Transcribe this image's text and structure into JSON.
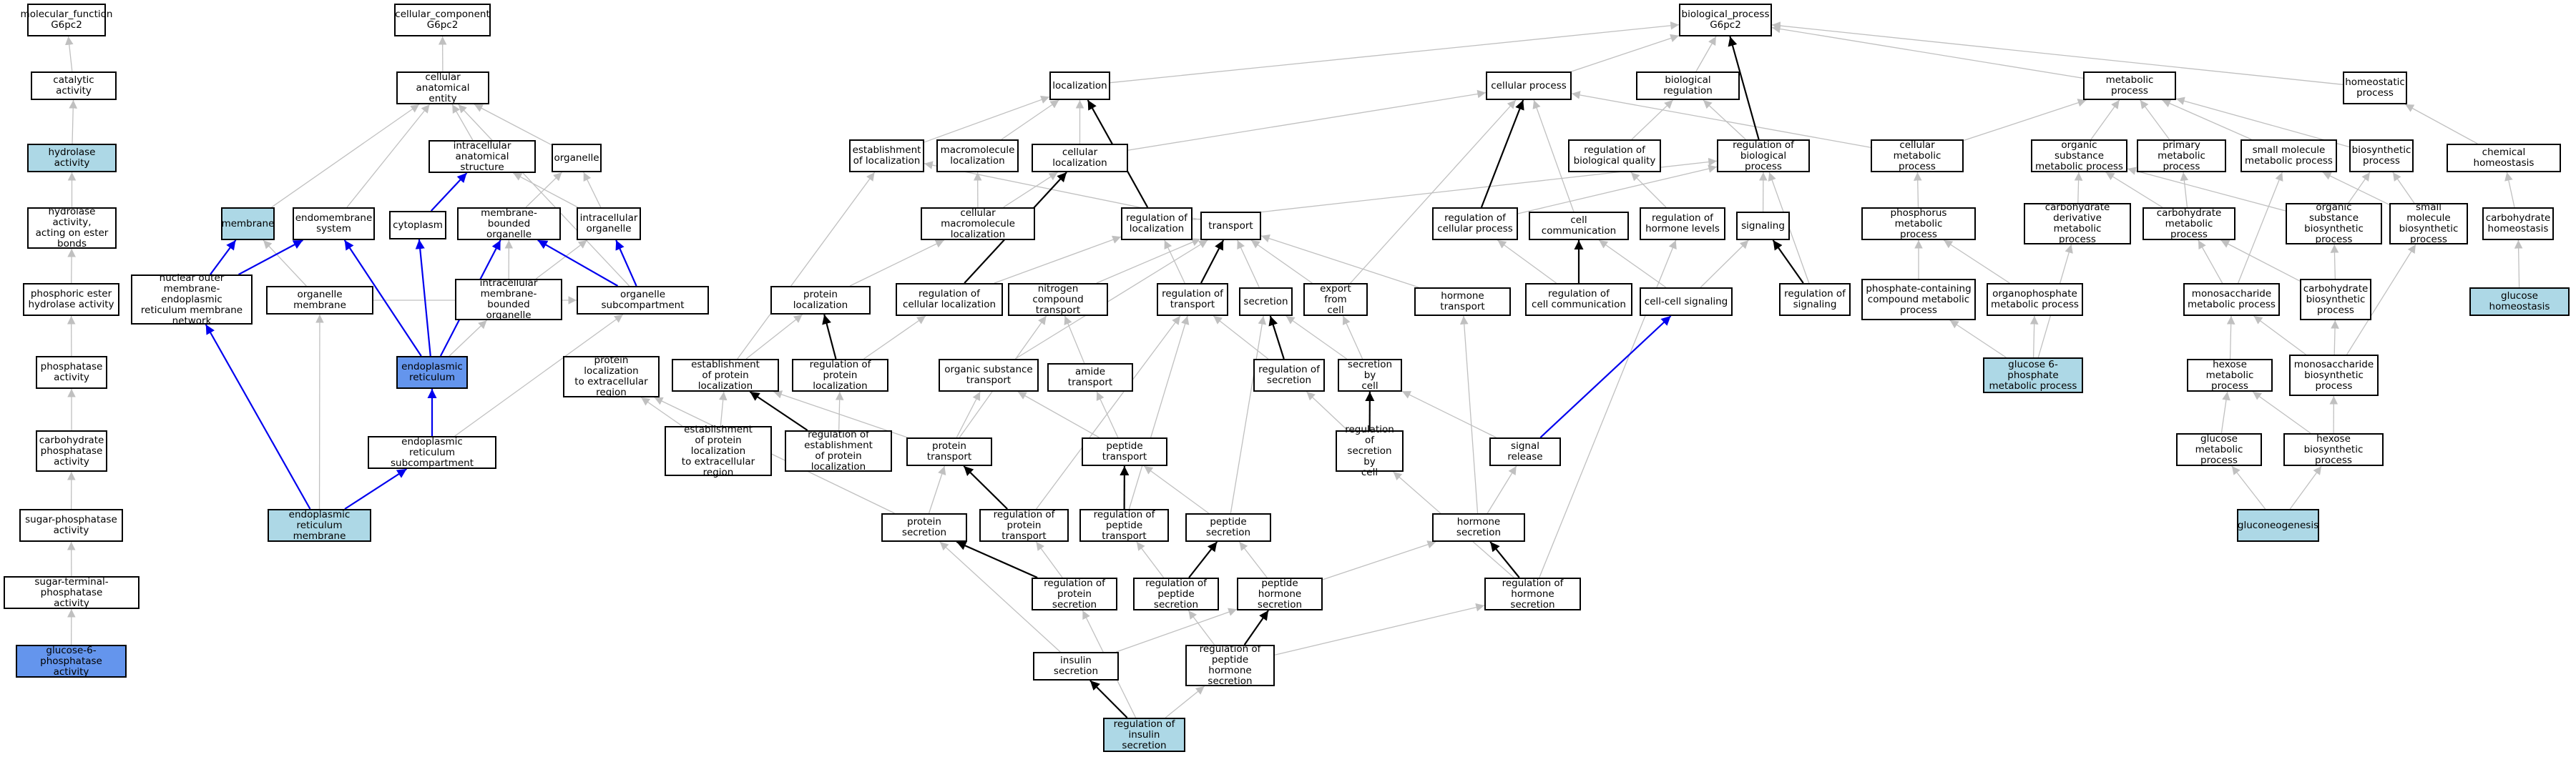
{
  "colors": {
    "light": "#add8e6",
    "blue": "#6495ed",
    "edge_gray": "#c0c0c0",
    "edge_black": "#000000",
    "edge_blue": "#0000ee"
  },
  "nodes": {
    "mf_root": {
      "label": "molecular_function\nG6pc2"
    },
    "catalytic": {
      "label": "catalytic activity"
    },
    "hydrolase": {
      "label": "hydrolase activity"
    },
    "hyd_ester": {
      "label": "hydrolase activity,\nacting on ester\nbonds"
    },
    "phos_ester": {
      "label": "phosphoric ester\nhydrolase activity"
    },
    "phosphatase": {
      "label": "phosphatase\nactivity"
    },
    "carb_phos": {
      "label": "carbohydrate\nphosphatase\nactivity"
    },
    "sugar_phos": {
      "label": "sugar-phosphatase\nactivity"
    },
    "sugar_term": {
      "label": "sugar-terminal-phosphatase\nactivity"
    },
    "g6p_act": {
      "label": "glucose-6-phosphatase\nactivity"
    },
    "cc_root": {
      "label": "cellular_component\nG6pc2"
    },
    "cae": {
      "label": "cellular anatomical\nentity"
    },
    "ias": {
      "label": "intracellular\nanatomical structure"
    },
    "organelle": {
      "label": "organelle"
    },
    "membrane": {
      "label": "membrane"
    },
    "endomem": {
      "label": "endomembrane\nsystem"
    },
    "cytoplasm": {
      "label": "cytoplasm"
    },
    "mbo": {
      "label": "membrane-bounded\norganelle"
    },
    "io": {
      "label": "intracellular\norganelle"
    },
    "nuclear": {
      "label": "nuclear outer\nmembrane-endoplasmic\nreticulum membrane\nnetwork"
    },
    "orgmem": {
      "label": "organelle membrane"
    },
    "imbo": {
      "label": "intracellular\nmembrane-bounded\norganelle"
    },
    "orgsub": {
      "label": "organelle subcompartment"
    },
    "er": {
      "label": "endoplasmic\nreticulum"
    },
    "ersub": {
      "label": "endoplasmic\nreticulum subcompartment"
    },
    "ermem": {
      "label": "endoplasmic\nreticulum membrane"
    },
    "bp_root": {
      "label": "biological_process\nG6pc2"
    },
    "localization": {
      "label": "localization"
    },
    "cellproc": {
      "label": "cellular process"
    },
    "bioreg": {
      "label": "biological regulation"
    },
    "metproc": {
      "label": "metabolic process"
    },
    "homeoproc": {
      "label": "homeostatic\nprocess"
    },
    "estloc": {
      "label": "establishment\nof localization"
    },
    "macroloc": {
      "label": "macromolecule\nlocalization"
    },
    "cellloc": {
      "label": "cellular localization"
    },
    "regbq": {
      "label": "regulation of\nbiological quality"
    },
    "regbp": {
      "label": "regulation of\nbiological process"
    },
    "cellmet": {
      "label": "cellular metabolic\nprocess"
    },
    "orgsubmet": {
      "label": "organic substance\nmetabolic process"
    },
    "primet": {
      "label": "primary metabolic\nprocess"
    },
    "smallmol": {
      "label": "small molecule\nmetabolic process"
    },
    "biosyn": {
      "label": "biosynthetic\nprocess"
    },
    "chemhomeo": {
      "label": "chemical homeostasis"
    },
    "cellmacroloc": {
      "label": "cellular macromolecule\nlocalization"
    },
    "regloc": {
      "label": "regulation of\nlocalization"
    },
    "transport": {
      "label": "transport"
    },
    "regcp": {
      "label": "regulation of\ncellular process"
    },
    "cellcomm": {
      "label": "cell communication"
    },
    "reghl": {
      "label": "regulation of\nhormone levels"
    },
    "signaling": {
      "label": "signaling"
    },
    "phosmet": {
      "label": "phosphorus metabolic\nprocess"
    },
    "carbderiv": {
      "label": "carbohydrate\nderivative metabolic\nprocess"
    },
    "carbmet": {
      "label": "carbohydrate\nmetabolic process"
    },
    "orgsubbio": {
      "label": "organic substance\nbiosynthetic\nprocess"
    },
    "smallbio": {
      "label": "small molecule\nbiosynthetic\nprocess"
    },
    "carbhomeo": {
      "label": "carbohydrate\nhomeostasis"
    },
    "protloc": {
      "label": "protein localization"
    },
    "regcellloc": {
      "label": "regulation of\ncellular localization"
    },
    "nitro": {
      "label": "nitrogen compound\ntransport"
    },
    "regtrans": {
      "label": "regulation of\ntransport"
    },
    "secretion": {
      "label": "secretion"
    },
    "export": {
      "label": "export from\ncell"
    },
    "hormtrans": {
      "label": "hormone transport"
    },
    "regcellcomm": {
      "label": "regulation of\ncell communication"
    },
    "cellcellsig": {
      "label": "cell-cell signaling"
    },
    "regsig": {
      "label": "regulation of\nsignaling"
    },
    "phoscomp": {
      "label": "phosphate-containing\ncompound metabolic\nprocess"
    },
    "organophos": {
      "label": "organophosphate\nmetabolic process"
    },
    "monomet": {
      "label": "monosaccharide\nmetabolic process"
    },
    "carbbio": {
      "label": "carbohydrate\nbiosynthetic\nprocess"
    },
    "glchomeo": {
      "label": "glucose homeostasis"
    },
    "protloc_ext": {
      "label": "protein localization\nto extracellular\nregion"
    },
    "estprotloc": {
      "label": "establishment\nof protein localization"
    },
    "regprotloc": {
      "label": "regulation of\nprotein localization"
    },
    "orgsubtrans": {
      "label": "organic substance\ntransport"
    },
    "amide": {
      "label": "amide transport"
    },
    "regsec": {
      "label": "regulation of\nsecretion"
    },
    "secbycell": {
      "label": "secretion by\ncell"
    },
    "g6pmet": {
      "label": "glucose 6-phosphate\nmetabolic process"
    },
    "hexmet": {
      "label": "hexose metabolic\nprocess"
    },
    "monobio": {
      "label": "monosaccharide\nbiosynthetic\nprocess"
    },
    "estprotloc_ext": {
      "label": "establishment\nof protein localization\nto extracellular\nregion"
    },
    "regestprotloc": {
      "label": "regulation of\nestablishment\nof protein localization"
    },
    "prottrans": {
      "label": "protein transport"
    },
    "peptrans": {
      "label": "peptide transport"
    },
    "regsecbycell": {
      "label": "regulation of\nsecretion by\ncell"
    },
    "sigrel": {
      "label": "signal release"
    },
    "glcmet": {
      "label": "glucose metabolic\nprocess"
    },
    "hexbio": {
      "label": "hexose biosynthetic\nprocess"
    },
    "protsec": {
      "label": "protein secretion"
    },
    "regprottrans": {
      "label": "regulation of\nprotein transport"
    },
    "regpeptrans": {
      "label": "regulation of\npeptide transport"
    },
    "pepsec": {
      "label": "peptide secretion"
    },
    "hormsec": {
      "label": "hormone secretion"
    },
    "gluconeo": {
      "label": "gluconeogenesis"
    },
    "regprotsec": {
      "label": "regulation of\nprotein secretion"
    },
    "regpepsec": {
      "label": "regulation of\npeptide secretion"
    },
    "pephormsec": {
      "label": "peptide hormone\nsecretion"
    },
    "reghormsec": {
      "label": "regulation of\nhormone secretion"
    },
    "inssec": {
      "label": "insulin secretion"
    },
    "regpephormsec": {
      "label": "regulation of\npeptide hormone\nsecretion"
    },
    "regins": {
      "label": "regulation of\ninsulin secretion"
    }
  },
  "edges": [
    [
      "catalytic",
      "mf_root",
      "g"
    ],
    [
      "hydrolase",
      "catalytic",
      "g"
    ],
    [
      "hyd_ester",
      "hydrolase",
      "g"
    ],
    [
      "phos_ester",
      "hyd_ester",
      "g"
    ],
    [
      "phosphatase",
      "phos_ester",
      "g"
    ],
    [
      "carb_phos",
      "phosphatase",
      "g"
    ],
    [
      "sugar_phos",
      "carb_phos",
      "g"
    ],
    [
      "sugar_term",
      "sugar_phos",
      "g"
    ],
    [
      "g6p_act",
      "sugar_term",
      "g"
    ],
    [
      "cae",
      "cc_root",
      "g"
    ],
    [
      "ias",
      "cae",
      "g"
    ],
    [
      "organelle",
      "cae",
      "g"
    ],
    [
      "membrane",
      "cae",
      "g"
    ],
    [
      "endomem",
      "cae",
      "g"
    ],
    [
      "cytoplasm",
      "ias",
      "g"
    ],
    [
      "mbo",
      "organelle",
      "g"
    ],
    [
      "io",
      "organelle",
      "g"
    ],
    [
      "io",
      "ias",
      "g"
    ],
    [
      "orgsub",
      "cae",
      "g"
    ],
    [
      "orgmem",
      "membrane",
      "g"
    ],
    [
      "orgmem",
      "orgsub",
      "g"
    ],
    [
      "imbo",
      "mbo",
      "g"
    ],
    [
      "imbo",
      "io",
      "g"
    ],
    [
      "ersub",
      "orgsub",
      "g"
    ],
    [
      "ermem",
      "orgmem",
      "g"
    ],
    [
      "cytoplasm",
      "ias",
      "u"
    ],
    [
      "nuclear",
      "endomem",
      "u"
    ],
    [
      "nuclear",
      "membrane",
      "u"
    ],
    [
      "er",
      "endomem",
      "u"
    ],
    [
      "er",
      "cytoplasm",
      "u"
    ],
    [
      "er",
      "mbo",
      "u"
    ],
    [
      "orgsub",
      "io",
      "u"
    ],
    [
      "orgsub",
      "mbo",
      "u"
    ],
    [
      "er",
      "imbo",
      "g"
    ],
    [
      "ersub",
      "er",
      "u"
    ],
    [
      "ermem",
      "nuclear",
      "u"
    ],
    [
      "ermem",
      "ersub",
      "u"
    ],
    [
      "localization",
      "bp_root",
      "g"
    ],
    [
      "cellproc",
      "bp_root",
      "g"
    ],
    [
      "bioreg",
      "bp_root",
      "g"
    ],
    [
      "metproc",
      "bp_root",
      "g"
    ],
    [
      "homeoproc",
      "bp_root",
      "g"
    ],
    [
      "estloc",
      "localization",
      "g"
    ],
    [
      "macroloc",
      "localization",
      "g"
    ],
    [
      "cellloc",
      "localization",
      "g"
    ],
    [
      "cellloc",
      "cellproc",
      "g"
    ],
    [
      "regbq",
      "bioreg",
      "g"
    ],
    [
      "regbp",
      "bioreg",
      "g"
    ],
    [
      "regbp",
      "bp_root",
      "k"
    ],
    [
      "cellmet",
      "metproc",
      "g"
    ],
    [
      "cellmet",
      "cellproc",
      "g"
    ],
    [
      "orgsubmet",
      "metproc",
      "g"
    ],
    [
      "primet",
      "metproc",
      "g"
    ],
    [
      "smallmol",
      "metproc",
      "g"
    ],
    [
      "biosyn",
      "metproc",
      "g"
    ],
    [
      "chemhomeo",
      "homeoproc",
      "g"
    ],
    [
      "cellmacroloc",
      "macroloc",
      "g"
    ],
    [
      "cellmacroloc",
      "cellloc",
      "g"
    ],
    [
      "regloc",
      "regbp",
      "g"
    ],
    [
      "regloc",
      "localization",
      "k"
    ],
    [
      "transport",
      "estloc",
      "g"
    ],
    [
      "regcp",
      "cellproc",
      "k"
    ],
    [
      "regcp",
      "regbp",
      "g"
    ],
    [
      "cellcomm",
      "cellproc",
      "g"
    ],
    [
      "reghl",
      "regbq",
      "g"
    ],
    [
      "signaling",
      "regbp",
      "g"
    ],
    [
      "phosmet",
      "cellmet",
      "g"
    ],
    [
      "carbderiv",
      "orgsubmet",
      "g"
    ],
    [
      "carbmet",
      "orgsubmet",
      "g"
    ],
    [
      "carbmet",
      "primet",
      "g"
    ],
    [
      "orgsubbio",
      "orgsubmet",
      "g"
    ],
    [
      "orgsubbio",
      "biosyn",
      "g"
    ],
    [
      "smallbio",
      "smallmol",
      "g"
    ],
    [
      "smallbio",
      "biosyn",
      "g"
    ],
    [
      "carbhomeo",
      "chemhomeo",
      "g"
    ],
    [
      "protloc",
      "cellmacroloc",
      "g"
    ],
    [
      "regcellloc",
      "cellloc",
      "k"
    ],
    [
      "regcellloc",
      "regloc",
      "g"
    ],
    [
      "nitro",
      "transport",
      "g"
    ],
    [
      "regtrans",
      "transport",
      "k"
    ],
    [
      "regtrans",
      "regloc",
      "g"
    ],
    [
      "secretion",
      "transport",
      "g"
    ],
    [
      "export",
      "transport",
      "g"
    ],
    [
      "export",
      "cellproc",
      "g"
    ],
    [
      "hormtrans",
      "transport",
      "g"
    ],
    [
      "regcellcomm",
      "cellcomm",
      "k"
    ],
    [
      "regcellcomm",
      "regcp",
      "g"
    ],
    [
      "cellcellsig",
      "cellcomm",
      "g"
    ],
    [
      "cellcellsig",
      "signaling",
      "g"
    ],
    [
      "regsig",
      "signaling",
      "k"
    ],
    [
      "regsig",
      "regbp",
      "g"
    ],
    [
      "phoscomp",
      "phosmet",
      "g"
    ],
    [
      "organophos",
      "phosmet",
      "g"
    ],
    [
      "monomet",
      "carbmet",
      "g"
    ],
    [
      "monomet",
      "smallmol",
      "g"
    ],
    [
      "carbbio",
      "carbmet",
      "g"
    ],
    [
      "carbbio",
      "orgsubbio",
      "g"
    ],
    [
      "glchomeo",
      "carbhomeo",
      "g"
    ],
    [
      "estprotloc",
      "protloc",
      "g"
    ],
    [
      "estprotloc",
      "estloc",
      "g"
    ],
    [
      "regprotloc",
      "protloc",
      "k"
    ],
    [
      "regprotloc",
      "regcellloc",
      "g"
    ],
    [
      "orgsubtrans",
      "transport",
      "g"
    ],
    [
      "amide",
      "nitro",
      "g"
    ],
    [
      "regsec",
      "secretion",
      "k"
    ],
    [
      "regsec",
      "regtrans",
      "g"
    ],
    [
      "secbycell",
      "secretion",
      "g"
    ],
    [
      "secbycell",
      "export",
      "g"
    ],
    [
      "g6pmet",
      "carbderiv",
      "g"
    ],
    [
      "g6pmet",
      "organophos",
      "g"
    ],
    [
      "g6pmet",
      "phoscomp",
      "g"
    ],
    [
      "hexmet",
      "monomet",
      "g"
    ],
    [
      "monobio",
      "monomet",
      "g"
    ],
    [
      "monobio",
      "carbbio",
      "g"
    ],
    [
      "monobio",
      "smallbio",
      "g"
    ],
    [
      "estprotloc_ext",
      "protloc_ext",
      "g"
    ],
    [
      "estprotloc_ext",
      "estprotloc",
      "g"
    ],
    [
      "regestprotloc",
      "estprotloc",
      "k"
    ],
    [
      "regestprotloc",
      "regprotloc",
      "g"
    ],
    [
      "prottrans",
      "estprotloc",
      "g"
    ],
    [
      "prottrans",
      "orgsubtrans",
      "g"
    ],
    [
      "prottrans",
      "nitro",
      "g"
    ],
    [
      "peptrans",
      "amide",
      "g"
    ],
    [
      "peptrans",
      "orgsubtrans",
      "g"
    ],
    [
      "regsecbycell",
      "secbycell",
      "k"
    ],
    [
      "regsecbycell",
      "regsec",
      "g"
    ],
    [
      "sigrel",
      "secbycell",
      "g"
    ],
    [
      "sigrel",
      "cellcellsig",
      "u"
    ],
    [
      "glcmet",
      "hexmet",
      "g"
    ],
    [
      "hexbio",
      "hexmet",
      "g"
    ],
    [
      "hexbio",
      "monobio",
      "g"
    ],
    [
      "protsec",
      "prottrans",
      "g"
    ],
    [
      "protsec",
      "protloc_ext",
      "g"
    ],
    [
      "regprottrans",
      "prottrans",
      "k"
    ],
    [
      "regprottrans",
      "regtrans",
      "g"
    ],
    [
      "regpeptrans",
      "peptrans",
      "k"
    ],
    [
      "regpeptrans",
      "regtrans",
      "g"
    ],
    [
      "pepsec",
      "peptrans",
      "g"
    ],
    [
      "pepsec",
      "secretion",
      "g"
    ],
    [
      "hormsec",
      "hormtrans",
      "g"
    ],
    [
      "hormsec",
      "sigrel",
      "g"
    ],
    [
      "gluconeo",
      "glcmet",
      "g"
    ],
    [
      "gluconeo",
      "hexbio",
      "g"
    ],
    [
      "regprotsec",
      "protsec",
      "k"
    ],
    [
      "regprotsec",
      "regprottrans",
      "g"
    ],
    [
      "regpepsec",
      "pepsec",
      "k"
    ],
    [
      "regpepsec",
      "regpeptrans",
      "g"
    ],
    [
      "pephormsec",
      "pepsec",
      "g"
    ],
    [
      "pephormsec",
      "hormsec",
      "g"
    ],
    [
      "reghormsec",
      "hormsec",
      "k"
    ],
    [
      "reghormsec",
      "reghl",
      "g"
    ],
    [
      "reghormsec",
      "regsecbycell",
      "g"
    ],
    [
      "inssec",
      "protsec",
      "g"
    ],
    [
      "inssec",
      "pephormsec",
      "g"
    ],
    [
      "regpephormsec",
      "pephormsec",
      "k"
    ],
    [
      "regpephormsec",
      "regpepsec",
      "g"
    ],
    [
      "regpephormsec",
      "reghormsec",
      "g"
    ],
    [
      "regins",
      "inssec",
      "k"
    ],
    [
      "regins",
      "regprotsec",
      "g"
    ],
    [
      "regins",
      "regpephormsec",
      "g"
    ]
  ]
}
